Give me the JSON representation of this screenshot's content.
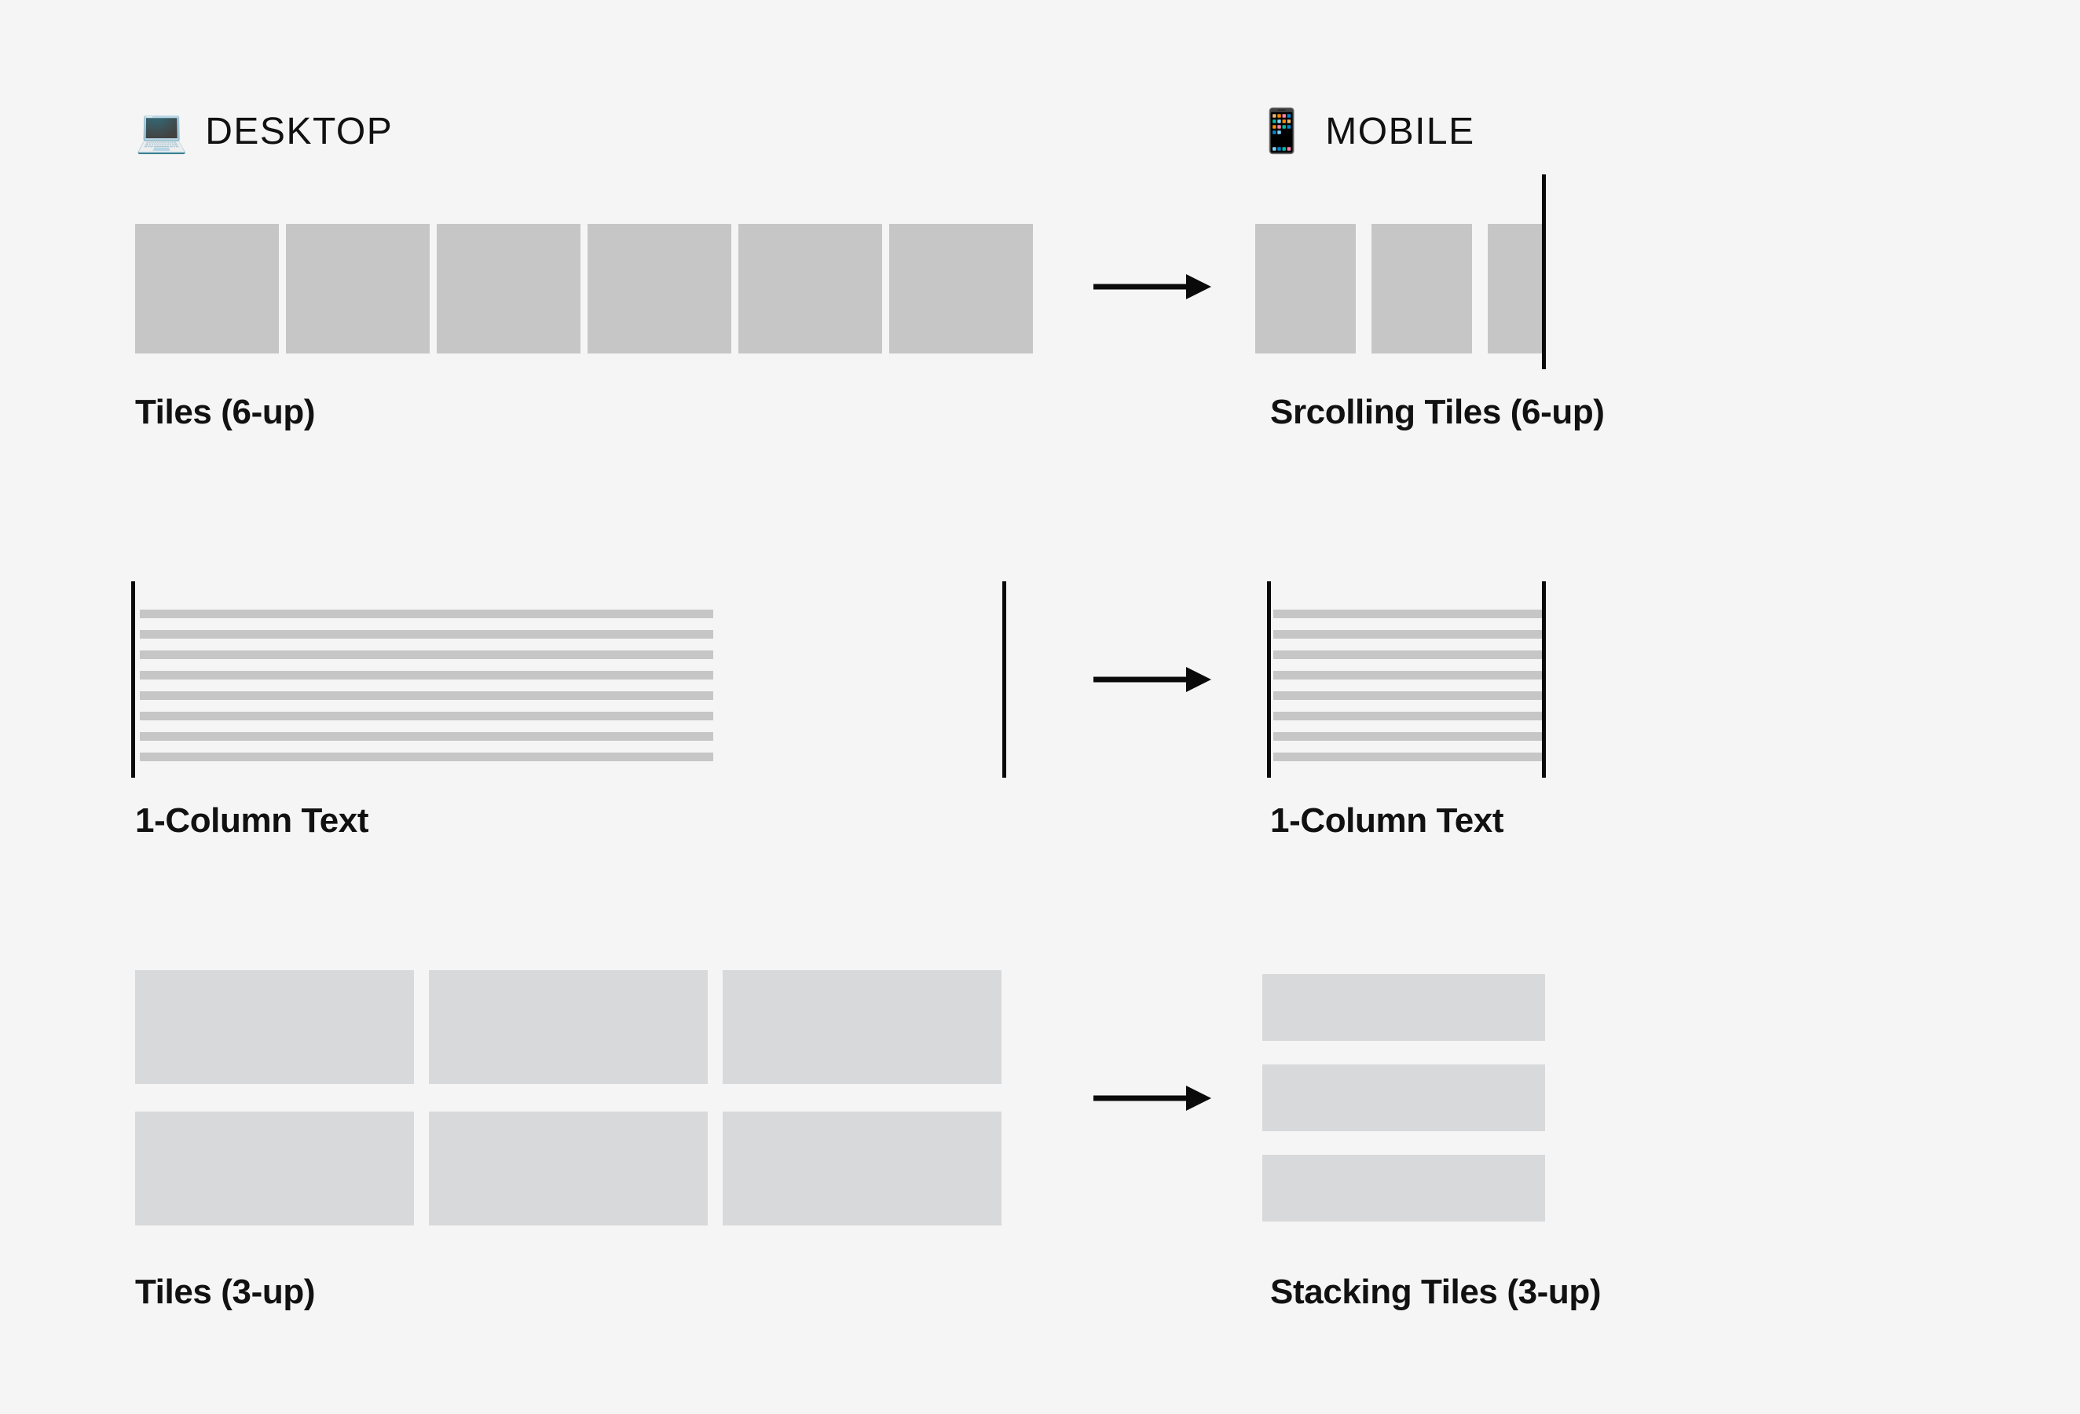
{
  "page": {
    "background_color": "#f5f5f5",
    "title": "Responsive layout mapping: desktop to mobile"
  },
  "colors": {
    "background": "#f5f5f5",
    "tile_dark": "#c6c6c6",
    "tile_light": "#d8d9da",
    "rule": "#0a0a0a",
    "text": "#111111"
  },
  "headers": [
    {
      "id": "desktop",
      "label": "DESKTOP",
      "icon": "laptop-icon",
      "glyph": "💻"
    },
    {
      "id": "mobile",
      "label": "MOBILE",
      "icon": "phone-icon",
      "glyph": "📱"
    }
  ],
  "rows": [
    {
      "id": "row-tiles-6up",
      "desktop": {
        "caption": "Tiles (6-up)",
        "pattern": "six-column tile grid",
        "tile_count": 6
      },
      "mobile": {
        "caption": "Srcolling Tiles (6-up)",
        "pattern": "horizontally scrolling tile strip clipped at viewport edge",
        "tile_count": 3,
        "clipped": true
      },
      "arrow": "arrow-right-icon"
    },
    {
      "id": "row-1col-text",
      "desktop": {
        "caption": "1-Column Text",
        "pattern": "single wide text column",
        "line_count": 8
      },
      "mobile": {
        "caption": "1-Column Text",
        "pattern": "single narrow text column",
        "line_count": 8
      },
      "arrow": "arrow-right-icon"
    },
    {
      "id": "row-tiles-3up",
      "desktop": {
        "caption": "Tiles (3-up)",
        "pattern": "three-column tile grid, two rows",
        "tile_count": 6
      },
      "mobile": {
        "caption": "Stacking Tiles (3-up)",
        "pattern": "tiles stacked vertically full width",
        "tile_count": 3
      },
      "arrow": "arrow-right-icon"
    }
  ]
}
